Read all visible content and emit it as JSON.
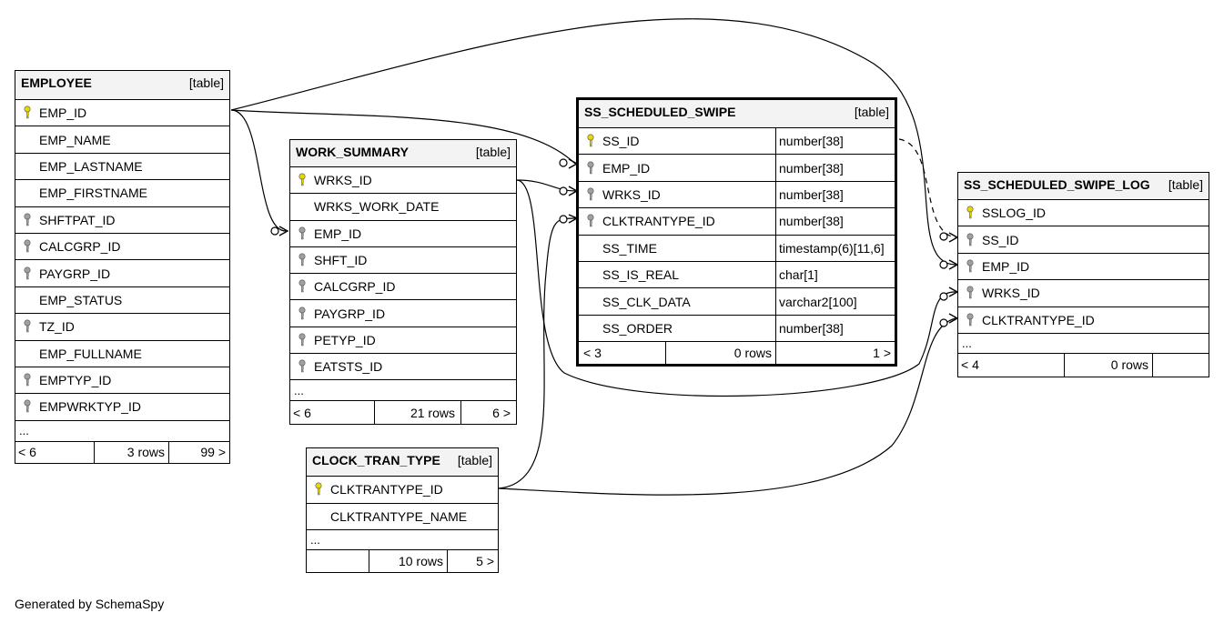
{
  "footer_text": "Generated by SchemaSpy",
  "tag": "[table]",
  "ellipsis": "...",
  "tables": {
    "employee": {
      "name": "EMPLOYEE",
      "columns": [
        "EMP_ID",
        "EMP_NAME",
        "EMP_LASTNAME",
        "EMP_FIRSTNAME",
        "SHFTPAT_ID",
        "CALCGRP_ID",
        "PAYGRP_ID",
        "EMP_STATUS",
        "TZ_ID",
        "EMP_FULLNAME",
        "EMPTYP_ID",
        "EMPWRKTYP_ID"
      ],
      "parents": "< 6",
      "rows": "3 rows",
      "children": "99 >"
    },
    "work_summary": {
      "name": "WORK_SUMMARY",
      "columns": [
        "WRKS_ID",
        "WRKS_WORK_DATE",
        "EMP_ID",
        "SHFT_ID",
        "CALCGRP_ID",
        "PAYGRP_ID",
        "PETYP_ID",
        "EATSTS_ID"
      ],
      "parents": "< 6",
      "rows": "21 rows",
      "children": "6 >"
    },
    "clock_tran_type": {
      "name": "CLOCK_TRAN_TYPE",
      "columns": [
        "CLKTRANTYPE_ID",
        "CLKTRANTYPE_NAME"
      ],
      "parents": "",
      "rows": "10 rows",
      "children": "5 >"
    },
    "ss_scheduled_swipe": {
      "name": "SS_SCHEDULED_SWIPE",
      "columns": [
        "SS_ID",
        "EMP_ID",
        "WRKS_ID",
        "CLKTRANTYPE_ID",
        "SS_TIME",
        "SS_IS_REAL",
        "SS_CLK_DATA",
        "SS_ORDER"
      ],
      "types": [
        "number[38]",
        "number[38]",
        "number[38]",
        "number[38]",
        "timestamp(6)[11,6]",
        "char[1]",
        "varchar2[100]",
        "number[38]"
      ],
      "parents": "< 3",
      "rows": "0 rows",
      "children": "1 >"
    },
    "ss_scheduled_swipe_log": {
      "name": "SS_SCHEDULED_SWIPE_LOG",
      "columns": [
        "SSLOG_ID",
        "SS_ID",
        "EMP_ID",
        "WRKS_ID",
        "CLKTRANTYPE_ID"
      ],
      "parents": "< 4",
      "rows": "0 rows",
      "children": ""
    }
  },
  "colors": {
    "primary_key": "#e8d800",
    "foreign_key": "#a0a0a0",
    "header_bg": "#f3f3f3"
  }
}
